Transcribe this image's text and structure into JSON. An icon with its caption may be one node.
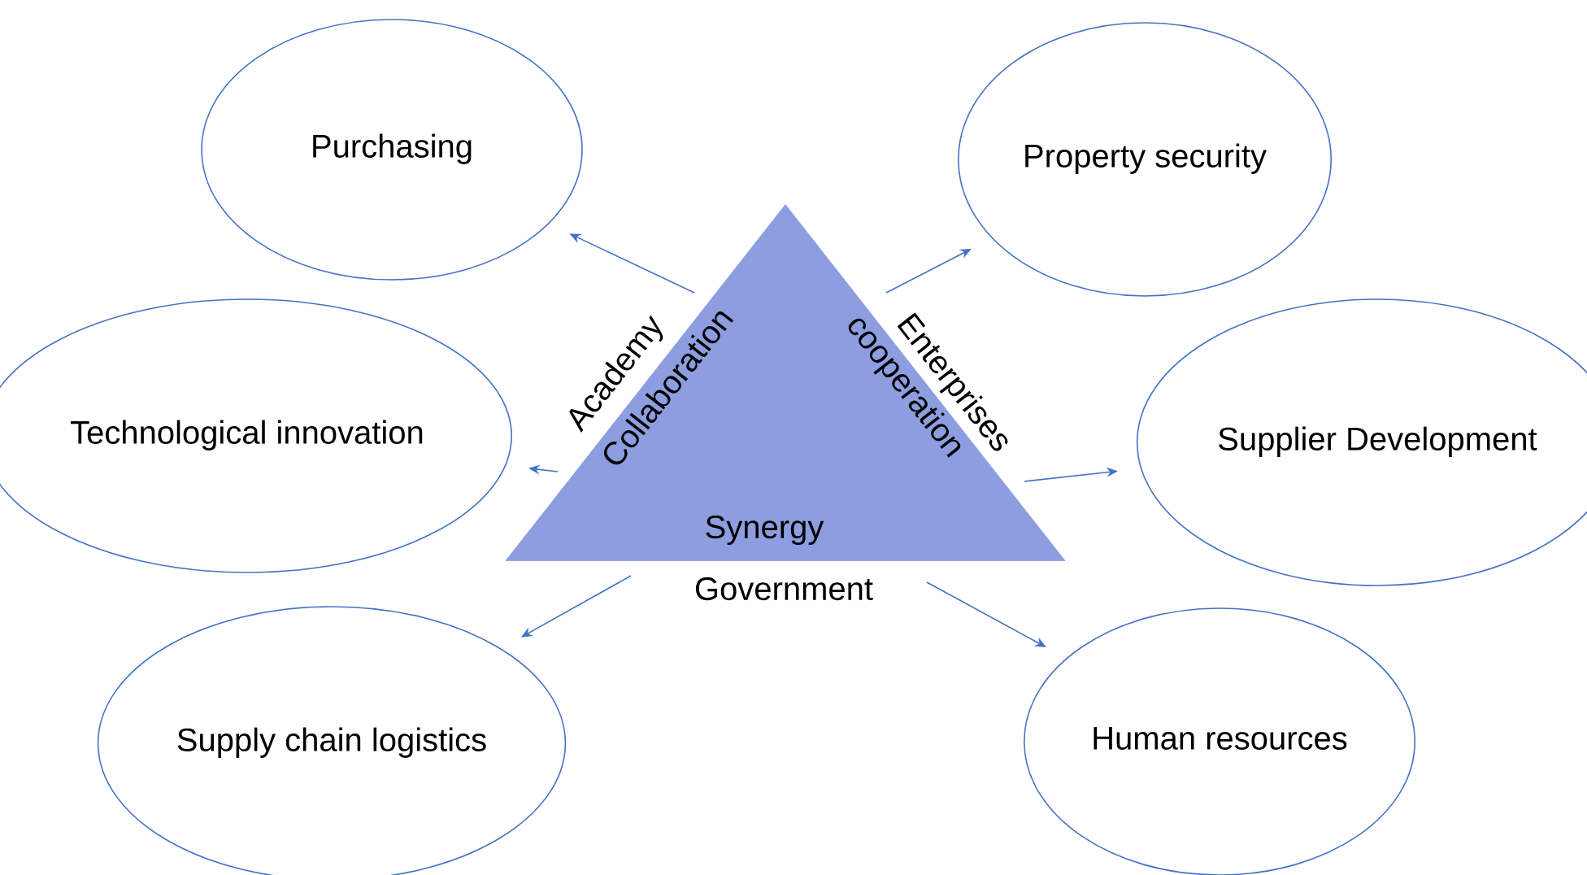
{
  "diagram": {
    "nodes": [
      {
        "text": [
          "Collaboration",
          "cooperation",
          "Synergy"
        ],
        "beside": [
          "Academy",
          "Enterprises",
          "Government"
        ]
      },
      {
        "text": [
          "Purchasing"
        ]
      },
      {
        "text": [
          "Property security"
        ]
      },
      {
        "text": [
          "Technological innovation"
        ]
      },
      {
        "text": [
          "Supplier Development"
        ]
      },
      {
        "text": [
          "Supply chain logistics"
        ]
      },
      {
        "text": [
          "Human resources"
        ]
      }
    ],
    "edges": [
      {
        "from": 0,
        "to": 1,
        "arrow": "to"
      },
      {
        "from": 0,
        "to": 2,
        "arrow": "to"
      },
      {
        "from": 0,
        "to": 3,
        "arrow": "to"
      },
      {
        "from": 0,
        "to": 4,
        "arrow": "to"
      },
      {
        "from": 0,
        "to": 5,
        "arrow": "to"
      },
      {
        "from": 0,
        "to": 6,
        "arrow": "to"
      }
    ]
  }
}
